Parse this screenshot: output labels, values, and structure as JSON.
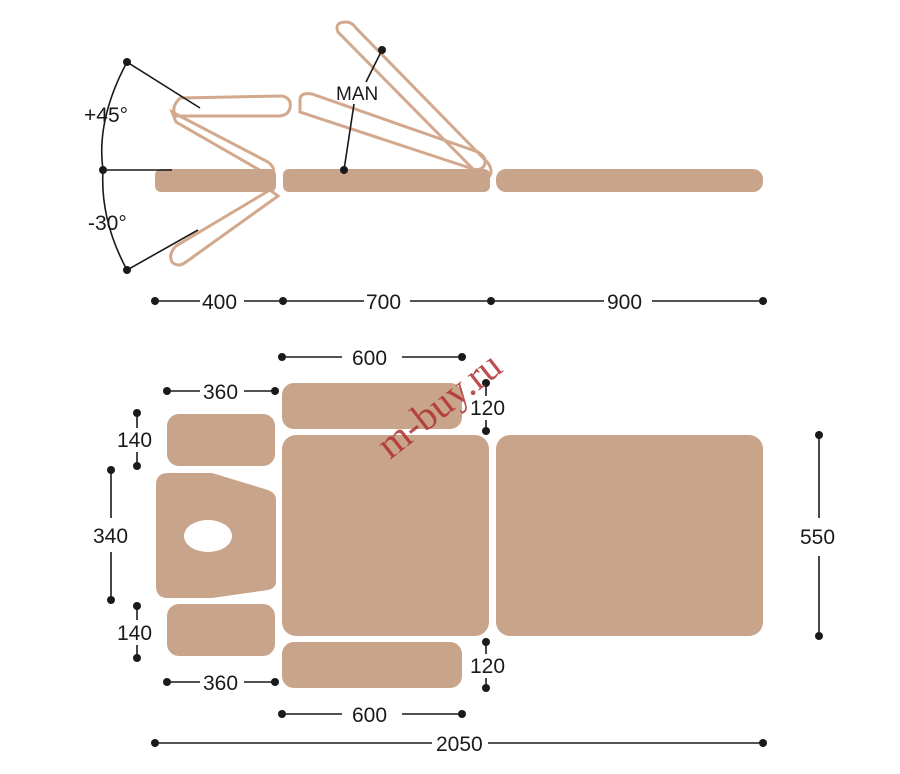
{
  "colors": {
    "fill": "#c8a48a",
    "outline": "#d2a98c",
    "line": "#1a1a1a",
    "watermark": "#b03030"
  },
  "side_view": {
    "angle_up": "+45°",
    "angle_down": "-30°",
    "man_label": "MAN",
    "dim_head": "400",
    "dim_back": "700",
    "dim_legs": "900"
  },
  "top_view": {
    "dim_armrest_top": "600",
    "dim_armrest_bottom": "600",
    "dim_head_top": "360",
    "dim_head_bottom": "360",
    "dim_side_top": "140",
    "dim_head_center": "340",
    "dim_side_bottom": "140",
    "dim_arm_width_top": "120",
    "dim_arm_width_bottom": "120",
    "dim_width": "550",
    "dim_total": "2050"
  },
  "watermark": "m-buy.ru"
}
